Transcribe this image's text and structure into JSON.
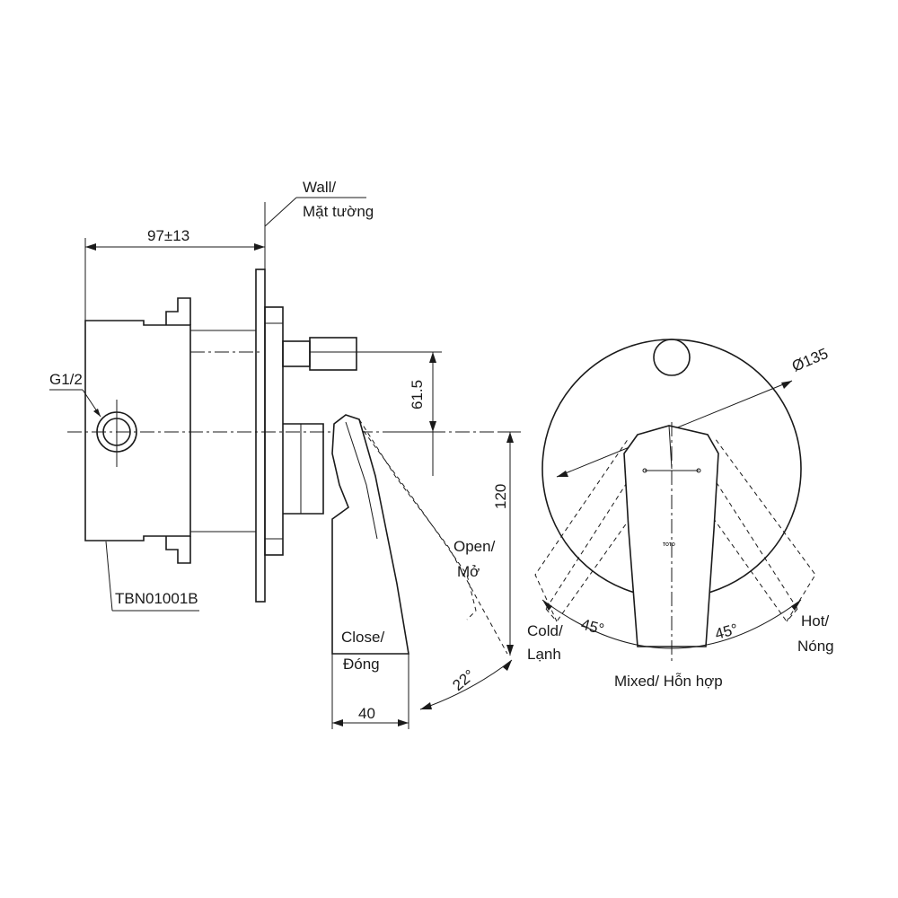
{
  "labels": {
    "wall": "Wall/",
    "wall_vn": "Mặt tường",
    "width_dim": "97±13",
    "thread": "G1/2",
    "part_no": "TBN01001B",
    "offset_dim": "61.5",
    "height_dim": "120",
    "open": "Open/",
    "open_vn": "Mở",
    "close": "Close/",
    "close_vn": "Đóng",
    "handle_angle": "22°",
    "handle_depth": "40",
    "diameter": "Ø135",
    "cold": "Cold/",
    "cold_vn": "Lạnh",
    "hot": "Hot/",
    "hot_vn": "Nóng",
    "left_angle": "45°",
    "right_angle": "45°",
    "mixed": "Mixed/ Hỗn hợp",
    "brand": "TOTO"
  }
}
